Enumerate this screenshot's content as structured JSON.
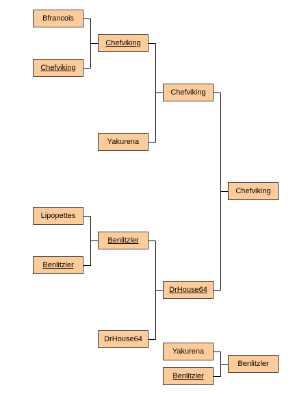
{
  "bracket": {
    "round1": {
      "bfrancois": "Bfrancois",
      "chefviking": "Chefviking",
      "lipopettes": "Lipopettes",
      "benlitzler": "Benlitzler"
    },
    "round2": {
      "chefviking": "Chefviking",
      "yakurena": "Yakurena",
      "benlitzler": "Benlitzler",
      "drhouse": "DrHouse64"
    },
    "round3": {
      "chefviking": "Chefviking",
      "drhouse": "DrHouse64"
    },
    "final": {
      "winner": "Chefviking"
    },
    "third_place": {
      "yakurena": "Yakurena",
      "benlitzler": "Benlitzler",
      "winner": "Benlitzler"
    }
  },
  "colors": {
    "node_fill": "#fecc9a",
    "node_border": "#3a3a3a",
    "connector": "#000000"
  }
}
